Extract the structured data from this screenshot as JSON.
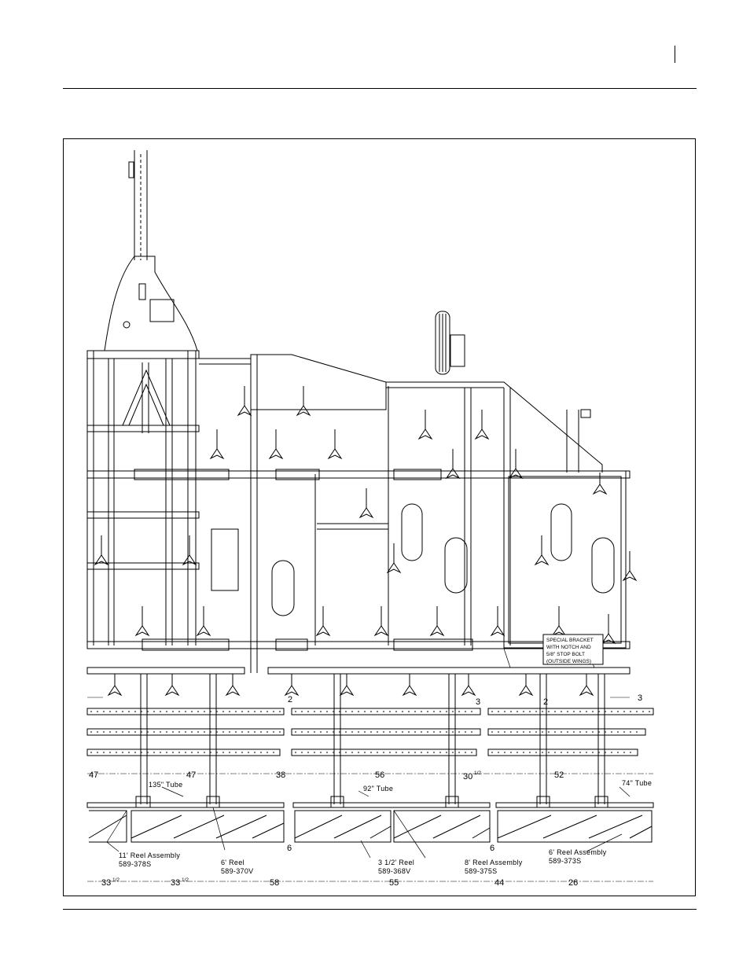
{
  "dimensions_row1": [
    "47",
    "47",
    "38",
    "56",
    "30",
    "52"
  ],
  "dimensions_row1_fraction": "1/2",
  "dimensions_row2": [
    "33",
    "33",
    "58",
    "55",
    "44",
    "26"
  ],
  "small_dims": [
    "2",
    "3",
    "2",
    "3",
    "6",
    "6"
  ],
  "tubes": [
    "135\" Tube",
    "92\" Tube",
    "74\" Tube"
  ],
  "labels": {
    "reel11_title": "11' Reel Assembly",
    "reel11_part": "589-378S",
    "reel6a_title": "6' Reel",
    "reel6a_part": "589-370V",
    "reel35_title": "3 1/2' Reel",
    "reel35_part": "589-368V",
    "reel8_title": "8' Reel Assembly",
    "reel8_part": "589-375S",
    "reel6b_title": "6' Reel Assembly",
    "reel6b_part": "589-373S"
  },
  "bracket_note": [
    "SPECIAL BRACKET",
    "WITH NOTCH AND",
    "5/8\" STOP BOLT",
    "(OUTSIDE WINGS)"
  ]
}
